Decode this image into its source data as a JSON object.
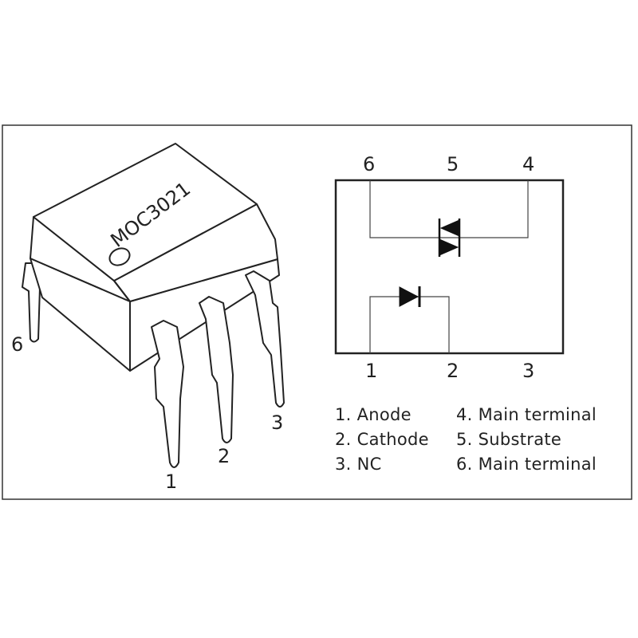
{
  "chip": {
    "part_number": "MOC3021",
    "pin_labels": [
      "1",
      "2",
      "3",
      "6"
    ]
  },
  "schematic": {
    "top_pins": [
      "6",
      "5",
      "4"
    ],
    "bottom_pins": [
      "1",
      "2",
      "3"
    ]
  },
  "legend": [
    {
      "num": "1.",
      "name": "Anode"
    },
    {
      "num": "2.",
      "name": "Cathode"
    },
    {
      "num": "3.",
      "name": "NC"
    },
    {
      "num": "4.",
      "name": "Main terminal"
    },
    {
      "num": "5.",
      "name": "Substrate"
    },
    {
      "num": "6.",
      "name": "Main terminal"
    }
  ]
}
